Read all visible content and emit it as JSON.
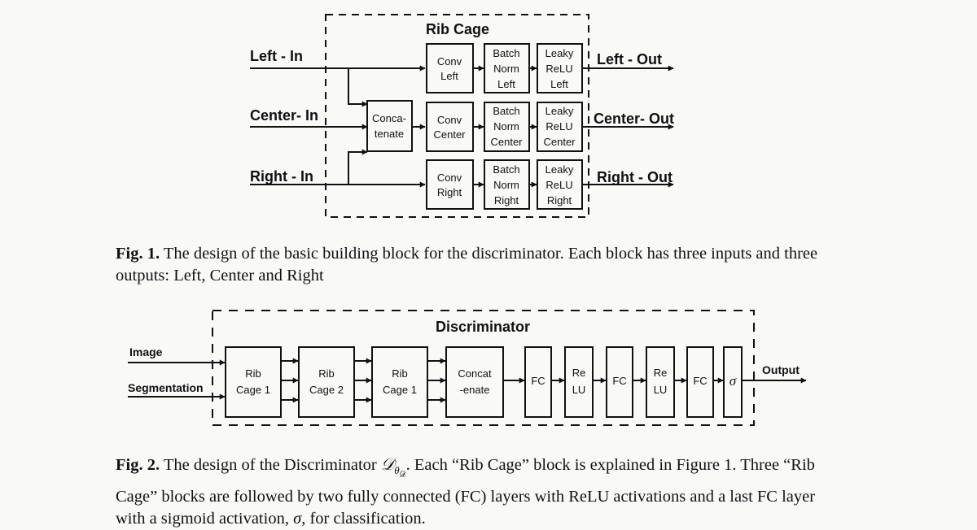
{
  "fig1": {
    "title": "Rib Cage",
    "inputs": [
      "Left - In",
      "Center- In",
      "Right - In"
    ],
    "outputs": [
      "Left - Out",
      "Center- Out",
      "Right - Out"
    ],
    "concat": [
      "Conca-",
      "tenate"
    ],
    "rows": [
      {
        "conv": [
          "Conv",
          "Left"
        ],
        "bn": [
          "Batch",
          "Norm",
          "Left"
        ],
        "relu": [
          "Leaky",
          "ReLU",
          "Left"
        ]
      },
      {
        "conv": [
          "Conv",
          "Center"
        ],
        "bn": [
          "Batch",
          "Norm",
          "Center"
        ],
        "relu": [
          "Leaky",
          "ReLU",
          "Center"
        ]
      },
      {
        "conv": [
          "Conv",
          "Right"
        ],
        "bn": [
          "Batch",
          "Norm",
          "Right"
        ],
        "relu": [
          "Leaky",
          "ReLU",
          "Right"
        ]
      }
    ],
    "caption_label": "Fig. 1.",
    "caption_text": " The design of the basic building block for the discriminator. Each block has three inputs and three outputs: Left, Center and Right"
  },
  "fig2": {
    "title": "Discriminator",
    "inputs": [
      "Image",
      "Segmentation"
    ],
    "output": "Output",
    "blocks": [
      [
        "Rib",
        "Cage 1"
      ],
      [
        "Rib",
        "Cage 2"
      ],
      [
        "Rib",
        "Cage 1"
      ],
      [
        "Concat",
        "-enate"
      ],
      [
        "FC"
      ],
      [
        "Re",
        "LU"
      ],
      [
        "FC"
      ],
      [
        "Re",
        "LU"
      ],
      [
        "FC"
      ],
      [
        "σ"
      ]
    ],
    "caption_label": "Fig. 2.",
    "caption_pre": " The design of the Discriminator ",
    "caption_math": "𝒟",
    "caption_sub": "θ",
    "caption_subsub": "𝒟",
    "caption_post": ". Each “Rib Cage” block is explained in Figure 1. Three “Rib Cage” blocks are followed by two fully connected (FC) layers with ReLU activations and a last FC layer with a sigmoid activation, ",
    "caption_sigma": "σ",
    "caption_end": ", for classification."
  }
}
